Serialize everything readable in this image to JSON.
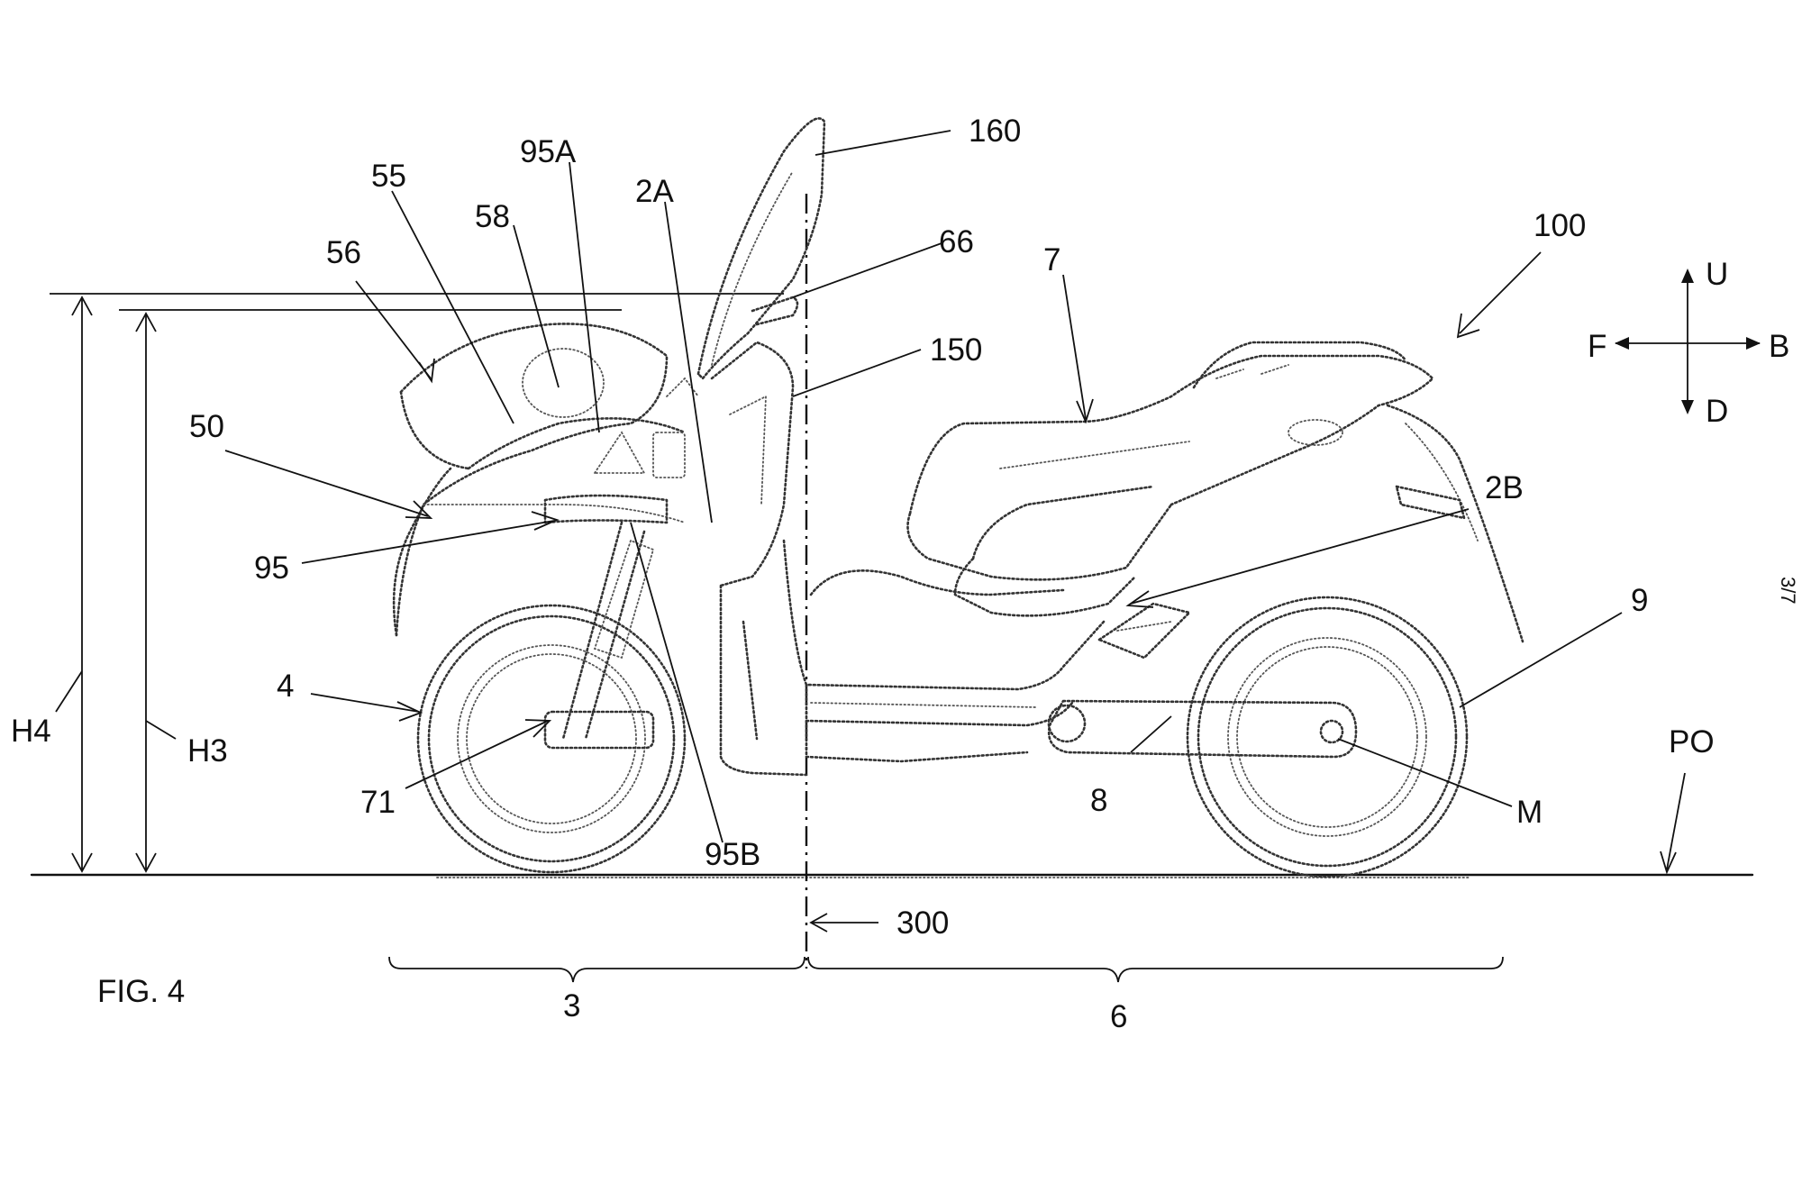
{
  "figure": {
    "caption": "FIG. 4",
    "sheet": "3/7"
  },
  "reference_labels": {
    "vehicle": "100",
    "windshield": "160",
    "part_66": "66",
    "part_150": "150",
    "seat": "7",
    "part_2a": "2A",
    "part_2b": "2B",
    "part_95a": "95A",
    "part_95": "95",
    "part_95b": "95B",
    "part_58": "58",
    "part_55": "55",
    "part_56": "56",
    "part_50": "50",
    "front_wheel": "4",
    "part_71": "71",
    "rear_wheel": "9",
    "swingarm": "8",
    "motor": "M",
    "ground": "PO",
    "vertical_axis": "300",
    "front_section": "3",
    "rear_section": "6",
    "height_h4": "H4",
    "height_h3": "H3"
  },
  "direction_legend": {
    "up": "U",
    "down": "D",
    "front": "F",
    "back": "B"
  }
}
